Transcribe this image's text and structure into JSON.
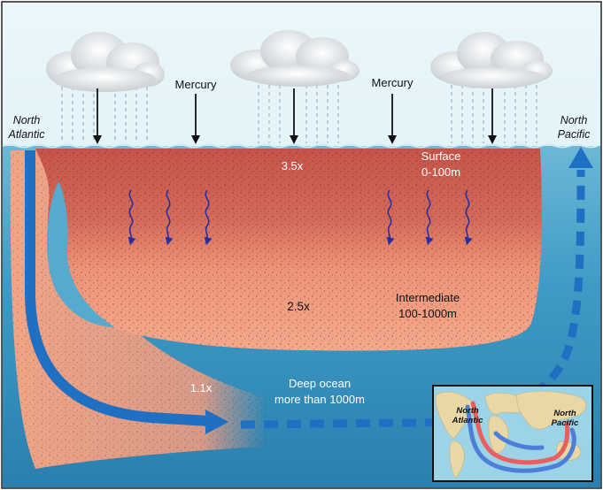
{
  "labels": {
    "mercury_left": "Mercury",
    "mercury_right": "Mercury",
    "north_atlantic_line1": "North",
    "north_atlantic_line2": "Atlantic",
    "north_pacific_line1": "North",
    "north_pacific_line2": "Pacific",
    "surface_name": "Surface",
    "surface_depth": "0-100m",
    "surface_factor": "3.5x",
    "intermediate_name": "Intermediate",
    "intermediate_depth": "100-1000m",
    "intermediate_factor": "2.5x",
    "deep_name": "Deep ocean",
    "deep_depth": "more than 1000m",
    "deep_factor": "1.1x"
  },
  "inset_map": {
    "label_atlantic_line1": "North",
    "label_atlantic_line2": "Atlantic",
    "label_pacific_line1": "North",
    "label_pacific_line2": "Pacific"
  },
  "colors": {
    "sky": "#dff1f7",
    "ocean_top": "#5aaccd",
    "ocean_bottom": "#2f87b3",
    "plume_dark": "#c8574c",
    "plume_light": "#f2a187",
    "current_blue": "#1f6fc2",
    "squiggle": "#2a2f9e"
  },
  "icons": [
    "cloud-icon",
    "down-arrow-icon",
    "squiggle-arrow-icon",
    "flow-arrow-icon",
    "world-map-icon"
  ]
}
